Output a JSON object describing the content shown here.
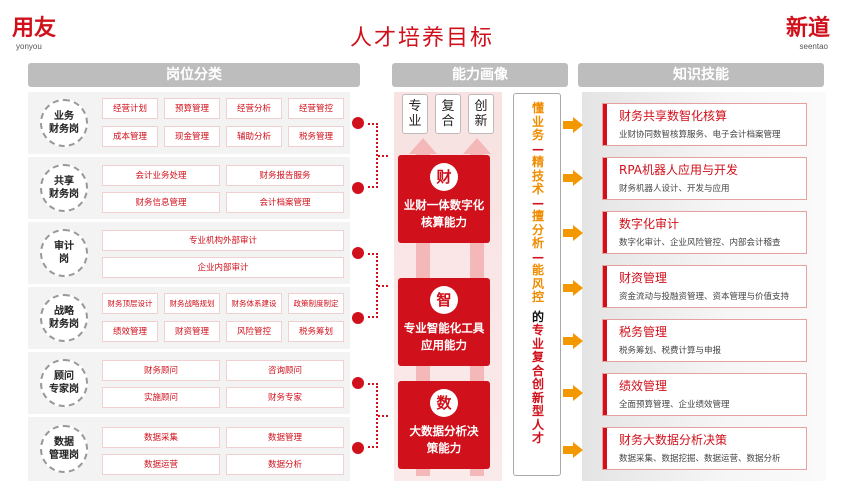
{
  "header": {
    "logo_left": "用友",
    "logo_left_sub": "yonyou",
    "title": "人才培养目标",
    "logo_right": "新道",
    "logo_right_sub": "seentao"
  },
  "sections": {
    "left": "岗位分类",
    "middle": "能力画像",
    "right": "知识技能"
  },
  "roles": [
    {
      "name": "业务\n财务岗",
      "items": [
        "经营计划",
        "预算管理",
        "经营分析",
        "经营管控",
        "成本管理",
        "现金管理",
        "辅助分析",
        "税务管理"
      ]
    },
    {
      "name": "共享\n财务岗",
      "items": [
        "会计业务处理",
        "财务报告服务",
        "财务信息管理",
        "会计档案管理"
      ]
    },
    {
      "name": "审计\n岗",
      "items": [
        "专业机构外部审计",
        "企业内部审计"
      ]
    },
    {
      "name": "战略\n财务岗",
      "items": [
        "财务顶层设计",
        "财务战略规划",
        "财务体系建设",
        "政策制度制定",
        "绩效管理",
        "财资管理",
        "风险管控",
        "税务筹划"
      ]
    },
    {
      "name": "顾问\n专家岗",
      "items": [
        "财务顾问",
        "咨询顾问",
        "实施顾问",
        "财务专家"
      ]
    },
    {
      "name": "数据\n管理岗",
      "items": [
        "数据采集",
        "数据管理",
        "数据运营",
        "数据分析"
      ]
    }
  ],
  "tags": [
    "专业",
    "复合",
    "创新"
  ],
  "abilities": [
    {
      "icon": "财",
      "label": "业财一体数字化核算能力"
    },
    {
      "icon": "智",
      "label": "专业智能化工具应用能力"
    },
    {
      "icon": "数",
      "label": "大数据分析决策能力"
    }
  ],
  "vertical": {
    "orange_1": "懂业务",
    "dash_1": "—",
    "orange_2": "精技术",
    "dash_2": "—",
    "orange_3": "擅分析",
    "dash_3": "—",
    "orange_4": "能风控",
    "black": "的",
    "red": "专业复合创新型人才"
  },
  "knowledge": [
    {
      "title": "财务共享数智化核算",
      "desc": "业财协同数智核算服务、电子会计档案管理"
    },
    {
      "title": "RPA机器人应用与开发",
      "desc": "财务机器人设计、开发与应用"
    },
    {
      "title": "数字化审计",
      "desc": "数字化审计、企业风险管控、内部会计稽查"
    },
    {
      "title": "财资管理",
      "desc": "资金流动与投融资管理、资本管理与价值支持"
    },
    {
      "title": "税务管理",
      "desc": "税务筹划、税费计算与申报"
    },
    {
      "title": "绩效管理",
      "desc": "全面预算管理、企业绩效管理"
    },
    {
      "title": "财务大数据分析决策",
      "desc": "数据采集、数据挖掘、数据运营、数据分析"
    }
  ]
}
